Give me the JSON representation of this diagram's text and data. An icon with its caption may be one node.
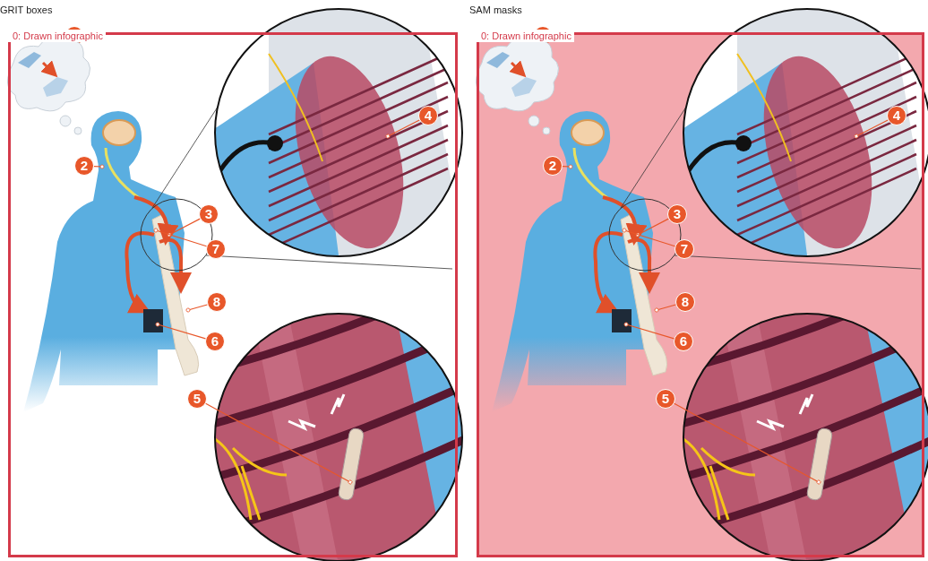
{
  "diagram": {
    "nodes": [
      {
        "text": [
          "0: Drawn infographic"
        ]
      },
      {
        "text": [
          "4"
        ],
        "in": 0
      },
      {
        "text": [
          "2"
        ],
        "in": 0
      },
      {
        "text": [
          "3"
        ],
        "in": 0
      },
      {
        "text": [
          "7"
        ],
        "in": 0
      },
      {
        "text": [
          "8"
        ],
        "in": 0
      },
      {
        "text": [
          "6"
        ],
        "in": 0
      },
      {
        "text": [
          "5"
        ],
        "in": 0
      },
      {
        "text": [
          "0: Drawn infographic"
        ]
      },
      {
        "text": [
          "4"
        ],
        "in": 8
      },
      {
        "text": [
          "2"
        ],
        "in": 8
      },
      {
        "text": [
          "3"
        ],
        "in": 8
      },
      {
        "text": [
          "7"
        ],
        "in": 8
      },
      {
        "text": [
          "8"
        ],
        "in": 8
      },
      {
        "text": [
          "6"
        ],
        "in": 8
      },
      {
        "text": [
          "5"
        ],
        "in": 8
      }
    ],
    "edges": [
      {
        "from": 1,
        "to": null,
        "arrow": "other"
      },
      {
        "from": 2,
        "to": null,
        "arrow": "other"
      },
      {
        "from": 3,
        "to": null,
        "arrow": "other"
      },
      {
        "from": 4,
        "to": null,
        "arrow": "other"
      },
      {
        "from": 5,
        "to": null,
        "arrow": "other"
      },
      {
        "from": 6,
        "to": null,
        "arrow": "other"
      },
      {
        "from": 7,
        "to": null,
        "arrow": "other"
      },
      {
        "from": 9,
        "to": null,
        "arrow": "other"
      },
      {
        "from": 10,
        "to": null,
        "arrow": "other"
      },
      {
        "from": 11,
        "to": null,
        "arrow": "other"
      },
      {
        "from": 12,
        "to": null,
        "arrow": "other"
      },
      {
        "from": 13,
        "to": null,
        "arrow": "other"
      },
      {
        "from": 14,
        "to": null,
        "arrow": "other"
      },
      {
        "from": 15,
        "to": null,
        "arrow": "other"
      }
    ],
    "labels": [
      "GRIT boxes",
      "SAM masks"
    ]
  }
}
